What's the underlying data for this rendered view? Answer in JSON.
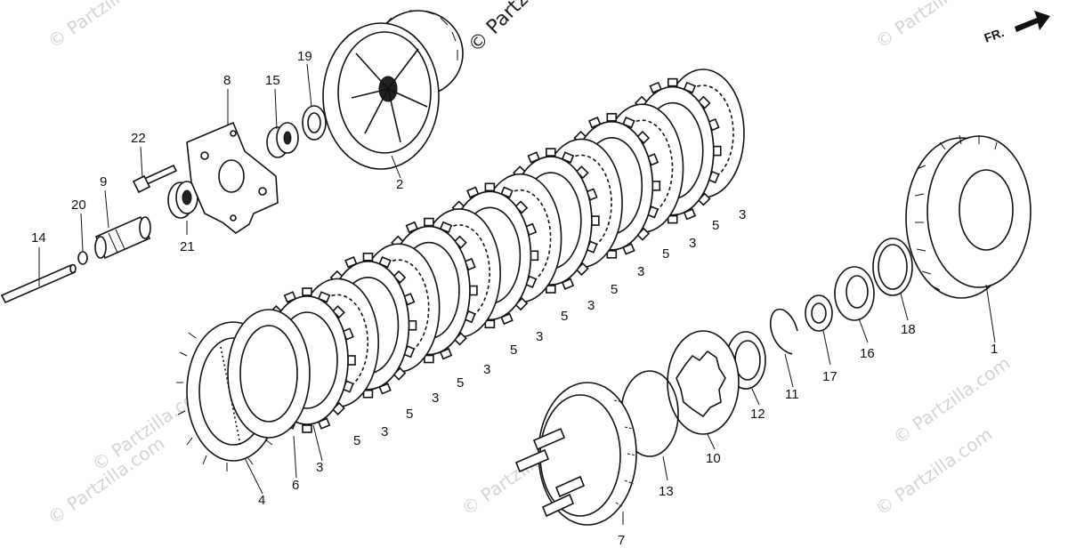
{
  "diagram": {
    "direction_label": "FR.",
    "watermark": "© Partzilla.com",
    "labels": {
      "p1": "1",
      "p2": "2",
      "p3": "3",
      "p4": "4",
      "p5": "5",
      "p6": "6",
      "p7": "7",
      "p8": "8",
      "p9": "9",
      "p10": "10",
      "p11": "11",
      "p12": "12",
      "p13": "13",
      "p14": "14",
      "p15": "15",
      "p16": "16",
      "p17": "17",
      "p18": "18",
      "p19": "19",
      "p20": "20",
      "p21": "21",
      "p22": "22"
    }
  }
}
